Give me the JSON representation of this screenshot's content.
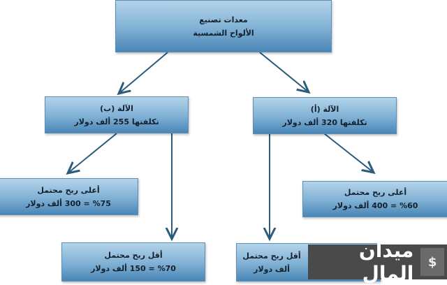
{
  "top": {
    "line1": "معدات تصنيع",
    "line2": "الألواح الشمسية"
  },
  "machine_b": {
    "line1": "الآلة (ب)",
    "line2": "تكلفتها 255 ألف دولار",
    "high": {
      "line1": "أعلى ربح محتمل",
      "line2": "%75 = 300 ألف دولار"
    },
    "low": {
      "line1": "أقل ربح  محتمل",
      "line2": "%70 = 150 ألف دولار"
    }
  },
  "machine_a": {
    "line1": "الآلة (أ)",
    "line2": "تكلفتها 320 ألف دولار",
    "high": {
      "line1": "أعلى ربح محتمل",
      "line2": "%60 = 400 ألف دولار"
    },
    "low": {
      "line1": "أقل ربح محتمل",
      "line2": "ألف دولار"
    }
  },
  "watermark": {
    "text": "ميدان المال",
    "icon": "wallet-dollar-icon",
    "symbol": "$"
  },
  "colors": {
    "box_top": "#b3d4ea",
    "box_bottom": "#4a86b6",
    "arrow": "#2b5c7c",
    "watermark_bg": "#4a4a4a"
  }
}
